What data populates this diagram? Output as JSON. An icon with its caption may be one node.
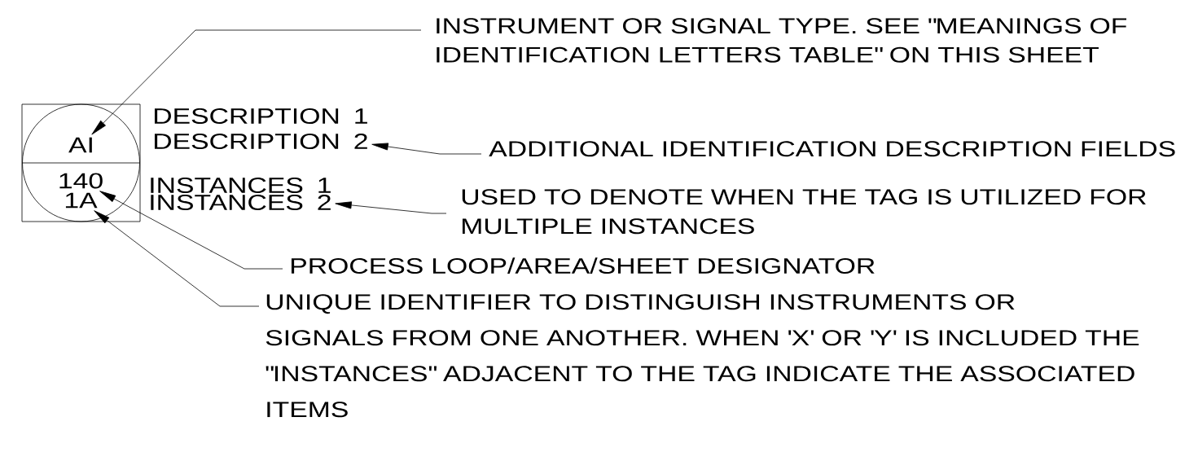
{
  "diagram": {
    "nodes": [
      {
        "text": [],
        "shape": "box"
      },
      {
        "text": [
          "AI"
        ],
        "in": 0
      },
      {
        "text": [
          "140"
        ],
        "in": 0
      },
      {
        "text": [
          "1A"
        ],
        "in": 0
      },
      {
        "text": [
          "DESCRIPTION 1",
          "DESCRIPTION 2"
        ]
      },
      {
        "text": [
          "INSTANCES 1",
          "INSTANCES 2"
        ]
      },
      {
        "text": [
          "INSTRUMENT OR SIGNAL TYPE. SEE \"MEANINGS OF IDENTIFICATION LETTERS TABLE\" ON THIS SHEET"
        ]
      },
      {
        "text": [
          "ADDITIONAL IDENTIFICATION DESCRIPTION FIELDS"
        ]
      },
      {
        "text": [
          "USED TO DENOTE WHEN THE TAG IS UTILIZED FOR MULTIPLE INSTANCES"
        ]
      },
      {
        "text": [
          "PROCESS LOOP/AREA/SHEET DESIGNATOR"
        ]
      },
      {
        "text": [
          "UNIQUE IDENTIFIER TO DISTINGUISH INSTRUMENTS OR SIGNALS FROM ONE ANOTHER. WHEN 'X' OR 'Y' IS INCLUDED THE \"INSTANCES\" ADJACENT TO THE TAG INDICATE THE ASSOCIATED ITEMS"
        ]
      }
    ],
    "edges": [
      {
        "from": 6,
        "to": 1,
        "arrow": "to"
      },
      {
        "from": 7,
        "to": 4,
        "arrow": "to"
      },
      {
        "from": 8,
        "to": 5,
        "arrow": "to"
      },
      {
        "from": 9,
        "to": 2,
        "arrow": "to"
      },
      {
        "from": 10,
        "to": 3,
        "arrow": "to"
      }
    ]
  }
}
